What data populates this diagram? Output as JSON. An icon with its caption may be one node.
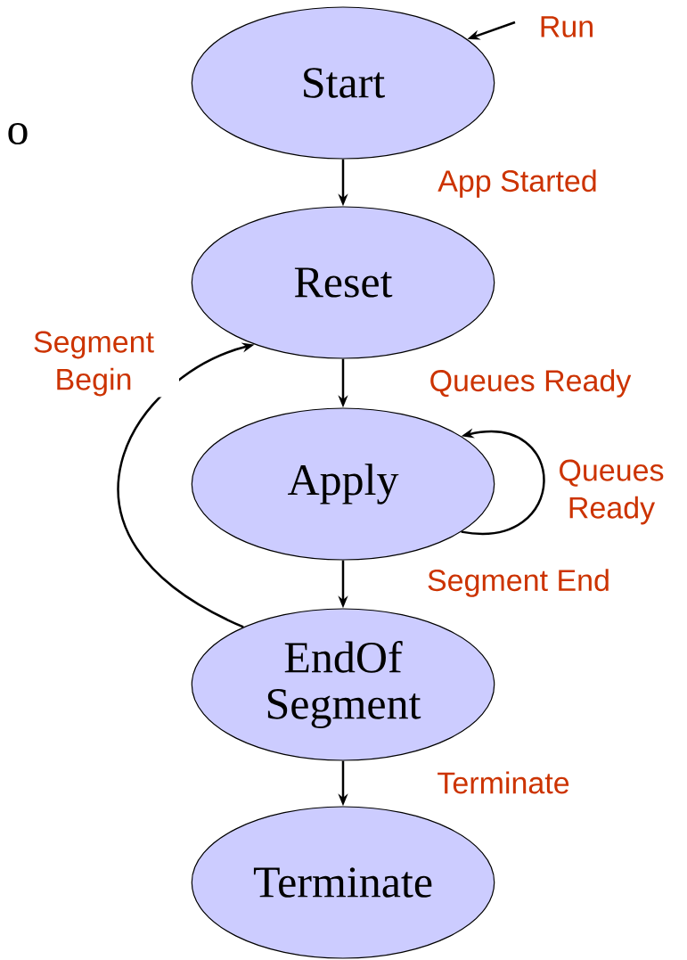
{
  "diagram": {
    "nodes": [
      {
        "text": [
          "Start"
        ]
      },
      {
        "text": [
          "Reset"
        ]
      },
      {
        "text": [
          "Apply"
        ]
      },
      {
        "text": [
          "EndOf Segment"
        ]
      },
      {
        "text": [
          "Terminate"
        ]
      }
    ],
    "edges": [
      {
        "from": null,
        "to": 0,
        "arrow": "to",
        "label": "Run"
      },
      {
        "from": 0,
        "to": 1,
        "arrow": "to",
        "label": "App Started"
      },
      {
        "from": 1,
        "to": 2,
        "arrow": "to",
        "label": "Queues Ready"
      },
      {
        "from": 2,
        "to": 2,
        "arrow": "to",
        "label": "Queues Ready"
      },
      {
        "from": 2,
        "to": 3,
        "arrow": "to",
        "label": "Segment End"
      },
      {
        "from": 3,
        "to": 1,
        "arrow": "to",
        "label": "Segment Begin"
      },
      {
        "from": 3,
        "to": 4,
        "arrow": "to",
        "label": "Terminate"
      }
    ],
    "labels": [
      "o"
    ]
  }
}
